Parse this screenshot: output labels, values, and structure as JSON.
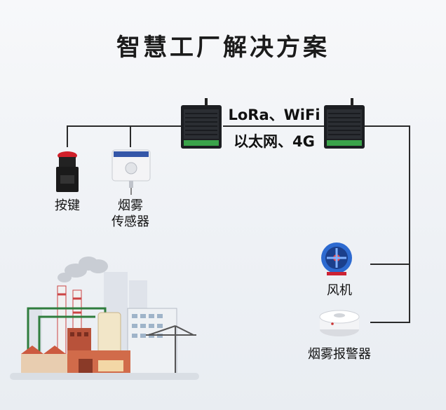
{
  "title": "智慧工厂解决方案",
  "protocol": {
    "line1": "LoRa、WiFi",
    "line2": "以太网、4G"
  },
  "devices": {
    "button": "按键",
    "smoke_sensor_line1": "烟雾",
    "smoke_sensor_line2": "传感器",
    "fan": "风机",
    "smoke_alarm": "烟雾报警器"
  }
}
